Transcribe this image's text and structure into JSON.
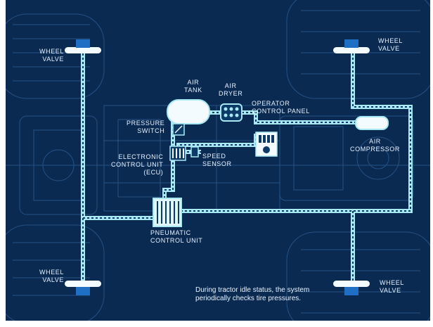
{
  "labels": {
    "wheel_valve_tl": "WHEEL\nVALVE",
    "wheel_valve_tr": "WHEEL\nVALVE",
    "wheel_valve_bl": "WHEEL\nVALVE",
    "wheel_valve_br": "WHEEL\nVALVE",
    "air_tank": "AIR\nTANK",
    "air_dryer": "AIR\nDRYER",
    "operator_control_panel": "OPERATOR\nCONTROL PANEL",
    "pressure_switch": "PRESSURE\nSWITCH",
    "ecu": "ELECTRONIC\nCONTROL UNIT\n(ECU)",
    "speed_sensor": "SPEED\nSENSOR",
    "air_compressor": "AIR\nCOMPRESSOR",
    "pneumatic_control_unit": "PNEUMATIC\nCONTROL UNIT"
  },
  "caption": "During tractor idle status, the system\nperiodically checks tire pressures.",
  "colors": {
    "background": "#0a2a52",
    "blueprint_lines": "#2f5f95",
    "pipe": "#a9e9f4",
    "pipe_dark": "#0d3a66",
    "valve_blue": "#1f6fc4",
    "text": "#e9f3ff"
  },
  "icons": {
    "wheel_valve": "wheel-valve-icon",
    "air_tank": "air-tank-icon",
    "air_dryer": "air-dryer-icon",
    "pressure_switch": "pressure-switch-icon",
    "ecu": "ecu-icon",
    "operator_panel": "control-panel-icon",
    "compressor": "compressor-icon",
    "pneumatic_unit": "pneumatic-unit-icon"
  }
}
